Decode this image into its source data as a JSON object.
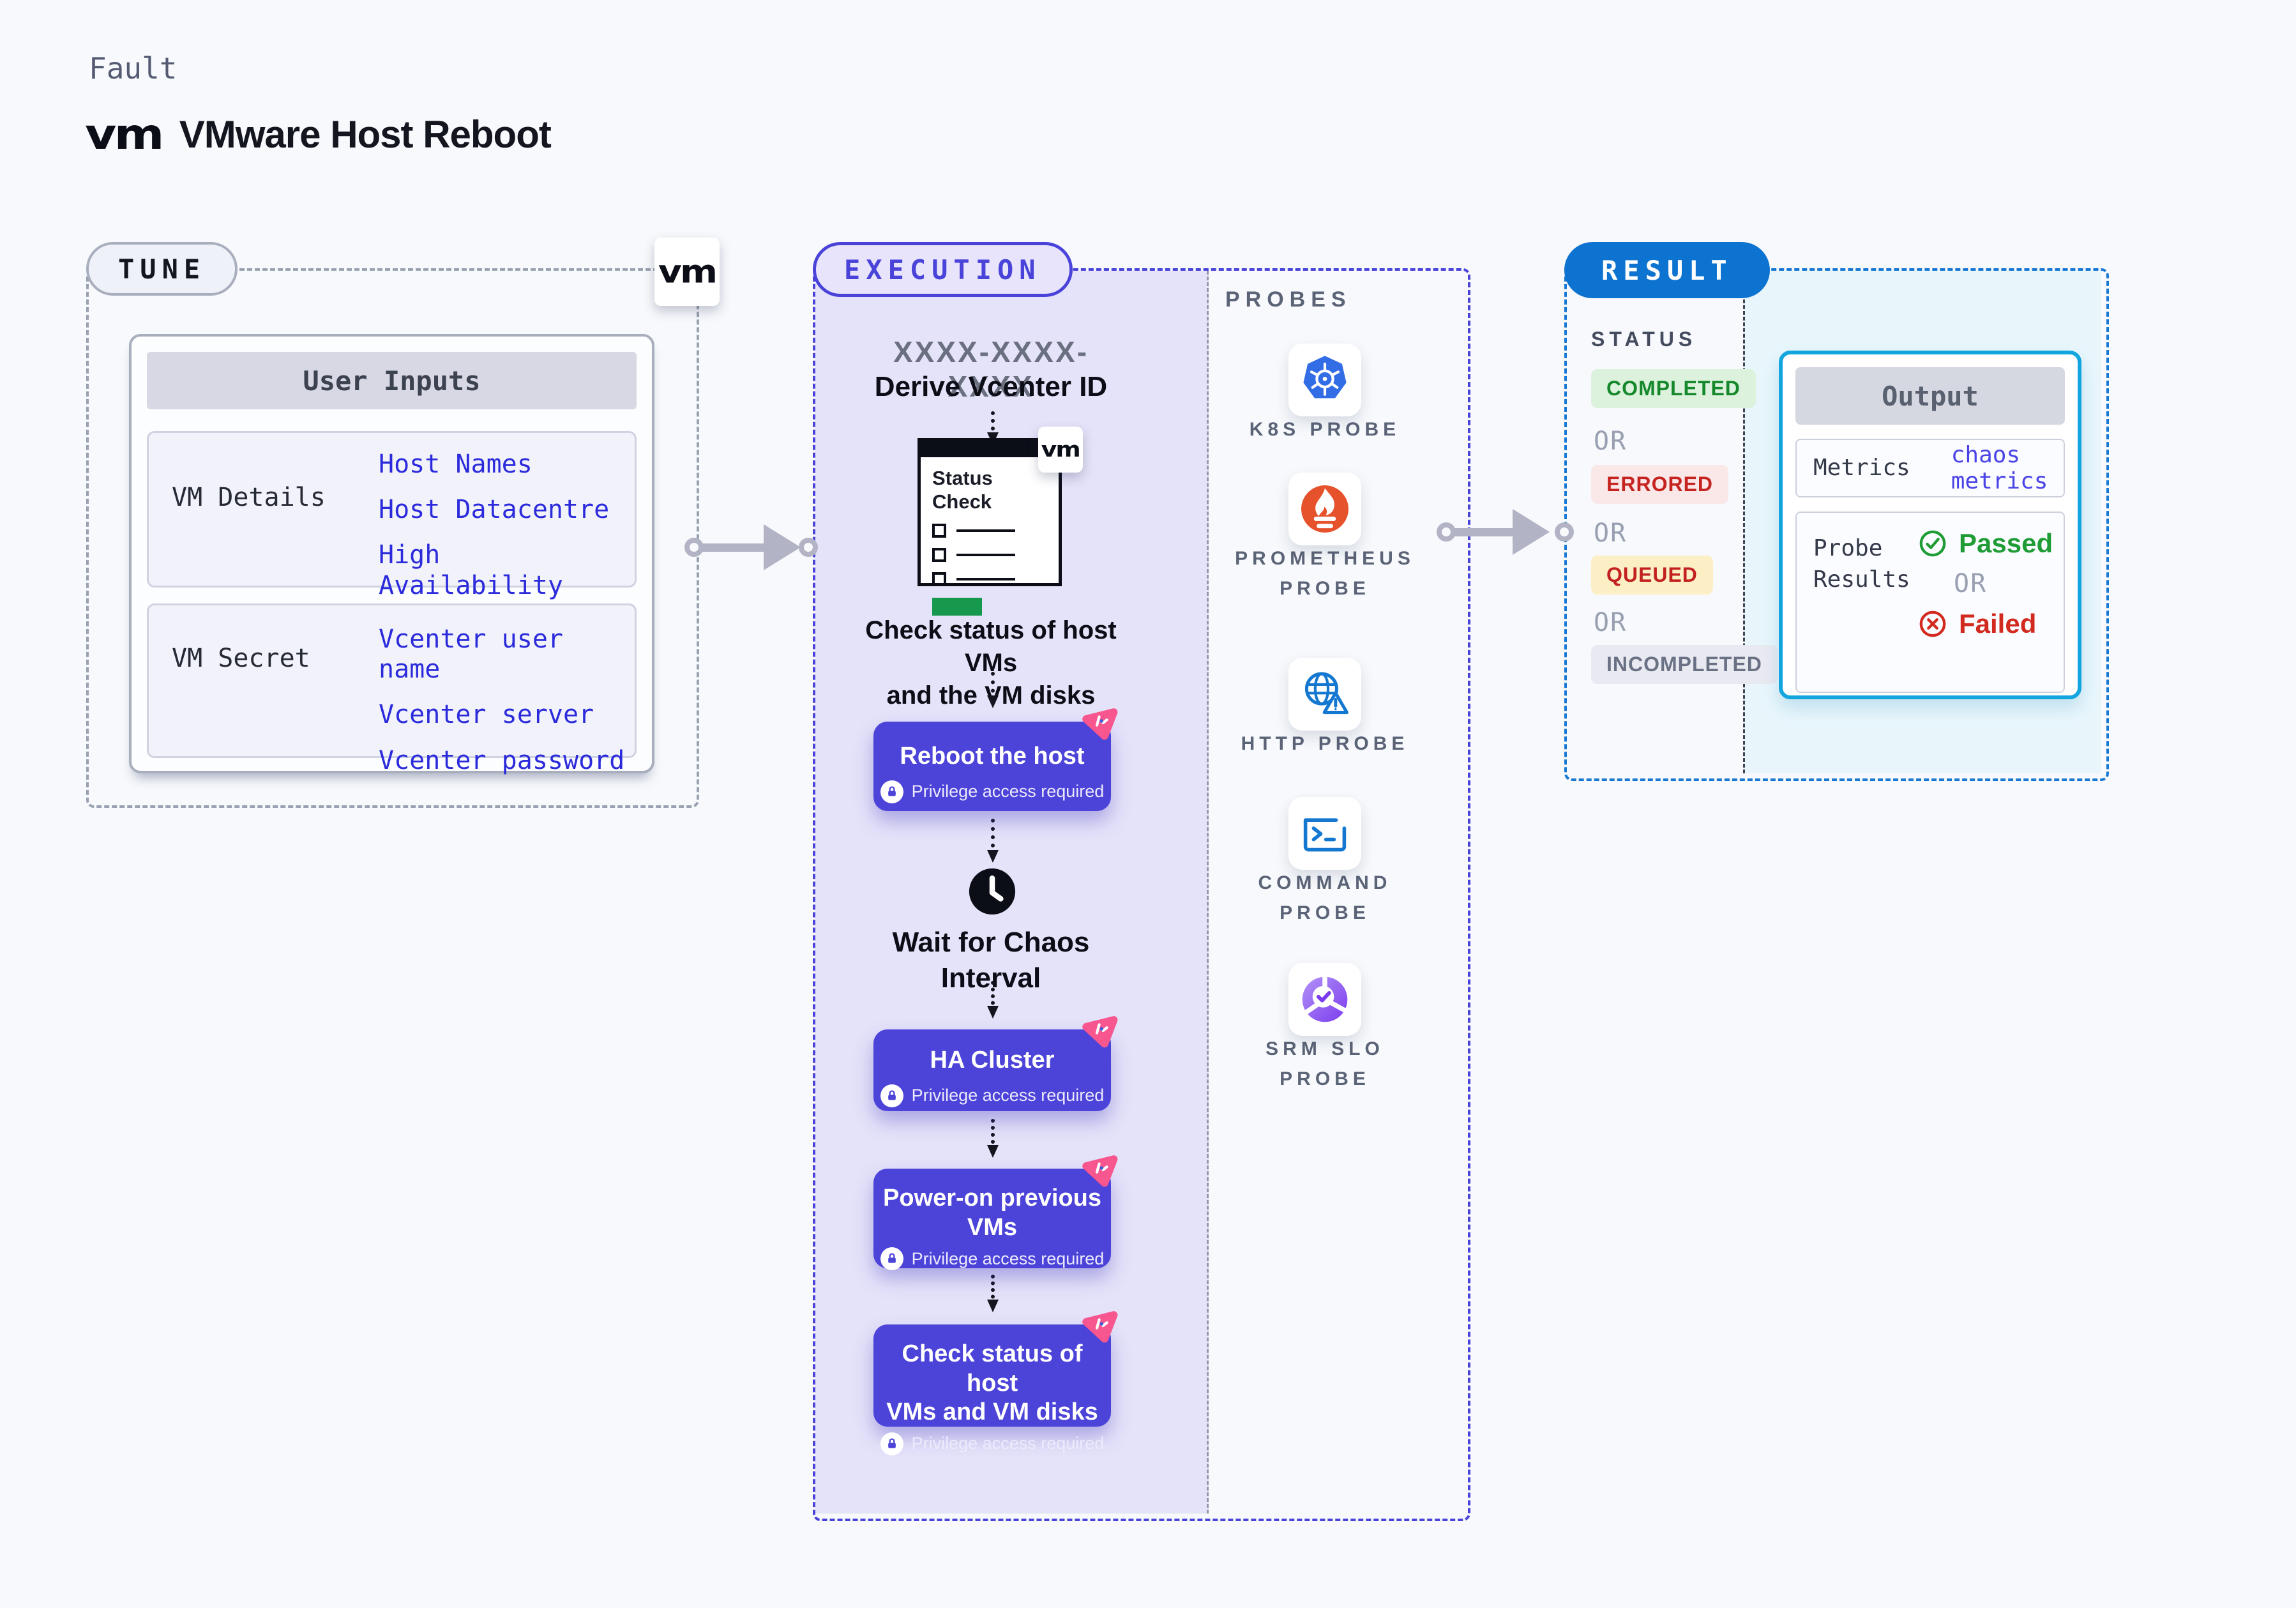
{
  "page": {
    "kicker": "Fault",
    "title": "VMware Host Reboot",
    "vm_logo": "vm"
  },
  "tune": {
    "badge": "TUNE",
    "user_inputs": {
      "header": "User Inputs",
      "rows": [
        {
          "label": "VM Details",
          "values": [
            "Host Names",
            "Host Datacentre",
            "High Availability Cluster"
          ]
        },
        {
          "label": "VM Secret",
          "values": [
            "Vcenter user name",
            "Vcenter server",
            "Vcenter password"
          ]
        }
      ]
    }
  },
  "execution": {
    "badge": "EXECUTION",
    "derive_code": "XXXX-XXXX-XXXX",
    "derive_label": "Derive Vcenter ID",
    "status_window": {
      "title_lines": [
        "Status",
        "Check"
      ],
      "logo": "vm"
    },
    "check_status_caption_lines": [
      "Check status of host VMs",
      "and the VM disks"
    ],
    "wait_caption_lines": [
      "Wait for Chaos",
      "Interval"
    ],
    "privilege_note": "Privilege access required",
    "buttons": [
      {
        "title_lines": [
          "Reboot the host",
          ""
        ]
      },
      {
        "title_lines": [
          "HA Cluster",
          ""
        ]
      },
      {
        "title_lines": [
          "Power-on previous",
          "VMs"
        ]
      },
      {
        "title_lines": [
          "Check status of host",
          "VMs and VM disks"
        ]
      }
    ]
  },
  "probes": {
    "header": "PROBES",
    "items": [
      {
        "label": "K8S PROBE",
        "icon": "kubernetes-icon",
        "color": "#326de6"
      },
      {
        "label": "PROMETHEUS PROBE",
        "icon": "prometheus-icon",
        "color": "#e6522c"
      },
      {
        "label": "HTTP PROBE",
        "icon": "http-globe-warning-icon",
        "color": "#1478d1"
      },
      {
        "label": "COMMAND PROBE",
        "icon": "terminal-icon",
        "color": "#1478d1"
      },
      {
        "label": "SRM SLO PROBE",
        "icon": "slo-donut-check-icon",
        "color": "#7a3bee"
      }
    ]
  },
  "result": {
    "badge": "RESULT",
    "status": {
      "header": "STATUS",
      "separator": "OR",
      "items": [
        {
          "label": "COMPLETED",
          "fg": "#15882b",
          "bg": "#dcf2dd"
        },
        {
          "label": "ERRORED",
          "fg": "#c52320",
          "bg": "#fae8e8"
        },
        {
          "label": "QUEUED",
          "fg": "#c22120",
          "bg": "#fcefc5"
        },
        {
          "label": "INCOMPLETED",
          "fg": "#6a7185",
          "bg": "#e9eaf1"
        }
      ]
    },
    "output": {
      "header": "Output",
      "metrics_label": "Metrics",
      "metrics_value": "chaos metrics",
      "probe_results_label_lines": [
        "Probe",
        "Results"
      ],
      "passed": "Passed",
      "or": "OR",
      "failed": "Failed"
    }
  },
  "colors": {
    "accent_purple": "#4c43d8",
    "accent_pink": "#f7568f",
    "accent_blue": "#0d73d0",
    "accent_cyan": "#12a5de",
    "passed_green": "#1f9c35",
    "failed_red": "#d22a1e"
  }
}
